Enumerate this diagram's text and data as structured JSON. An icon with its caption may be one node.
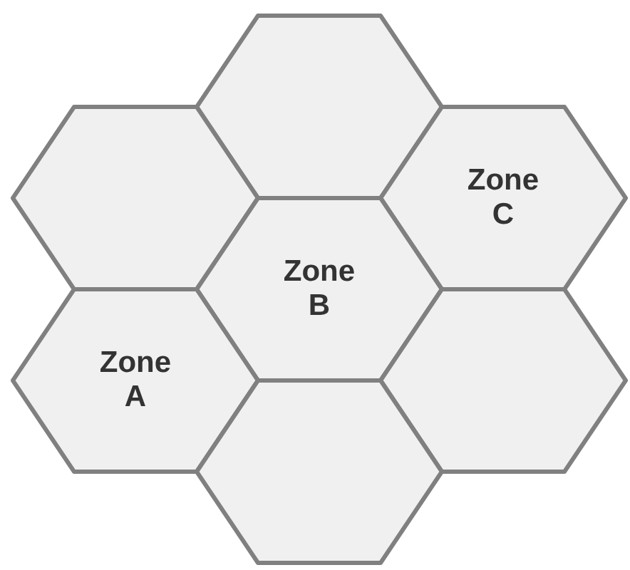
{
  "diagram": {
    "nodes": [
      {
        "text": [],
        "shape": "hexagon"
      },
      {
        "text": [],
        "shape": "hexagon"
      },
      {
        "text": [
          "Zone C"
        ]
      },
      {
        "text": [
          "Zone B"
        ]
      },
      {
        "text": [
          "Zone A"
        ]
      },
      {
        "text": [],
        "shape": "hexagon"
      },
      {
        "text": [],
        "shape": "hexagon"
      }
    ]
  }
}
